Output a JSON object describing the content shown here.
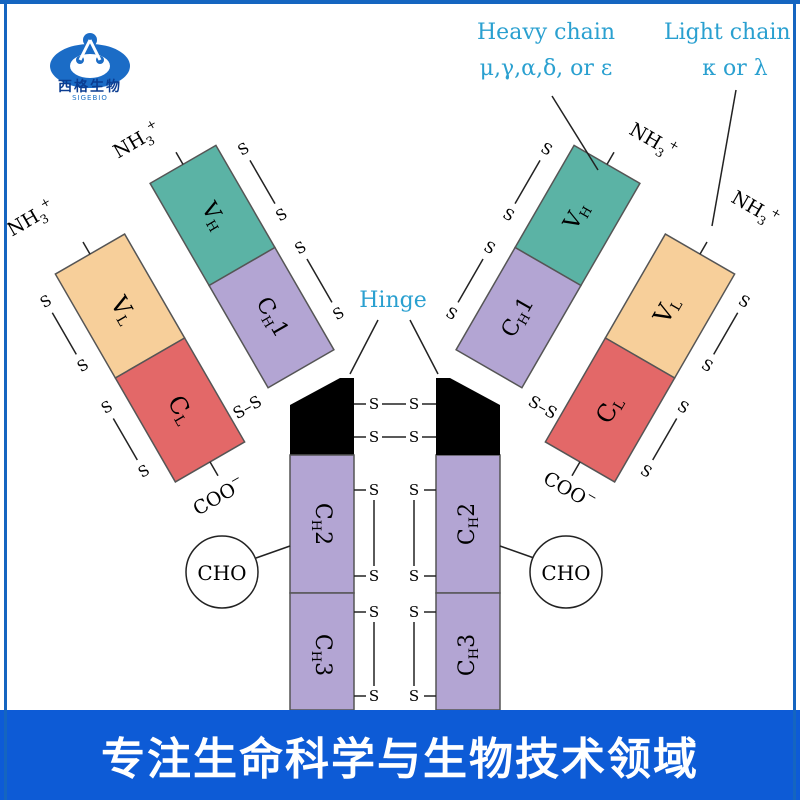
{
  "logo": {
    "name": "西格生物",
    "sub": "SIGEBIO",
    "icon": "tri-node-logo-icon"
  },
  "labels": {
    "heavy_chain": "Heavy chain",
    "heavy_chain_types": "μ,γ,α,δ, or ε",
    "light_chain": "Light chain",
    "light_chain_types": "κ or λ",
    "hinge": "Hinge"
  },
  "domains": {
    "vh": "V",
    "vh_sub": "H",
    "ch1": "C",
    "ch1_sub": "H",
    "ch1_num": "1",
    "vl": "V",
    "vl_sub": "L",
    "cl": "C",
    "cl_sub": "L",
    "ch2": "C",
    "ch2_sub": "H",
    "ch2_num": "2",
    "ch3": "C",
    "ch3_sub": "H",
    "ch3_num": "3"
  },
  "terminals": {
    "nh3": "NH",
    "nh3_sub": "3",
    "nh3_sup": "+",
    "coo": "COO",
    "coo_sup": "−"
  },
  "bond": {
    "s": "S",
    "ss": "S–S"
  },
  "carb": "CHO",
  "colors": {
    "vh": "#5bb3a5",
    "ch": "#b3a5d3",
    "vl": "#f7cf9a",
    "cl": "#e36868",
    "hinge": "#000000",
    "label": "#2aa0d0",
    "footer": "#0d5bd6"
  },
  "footer": {
    "text": "专注生命科学与生物技术领域"
  }
}
